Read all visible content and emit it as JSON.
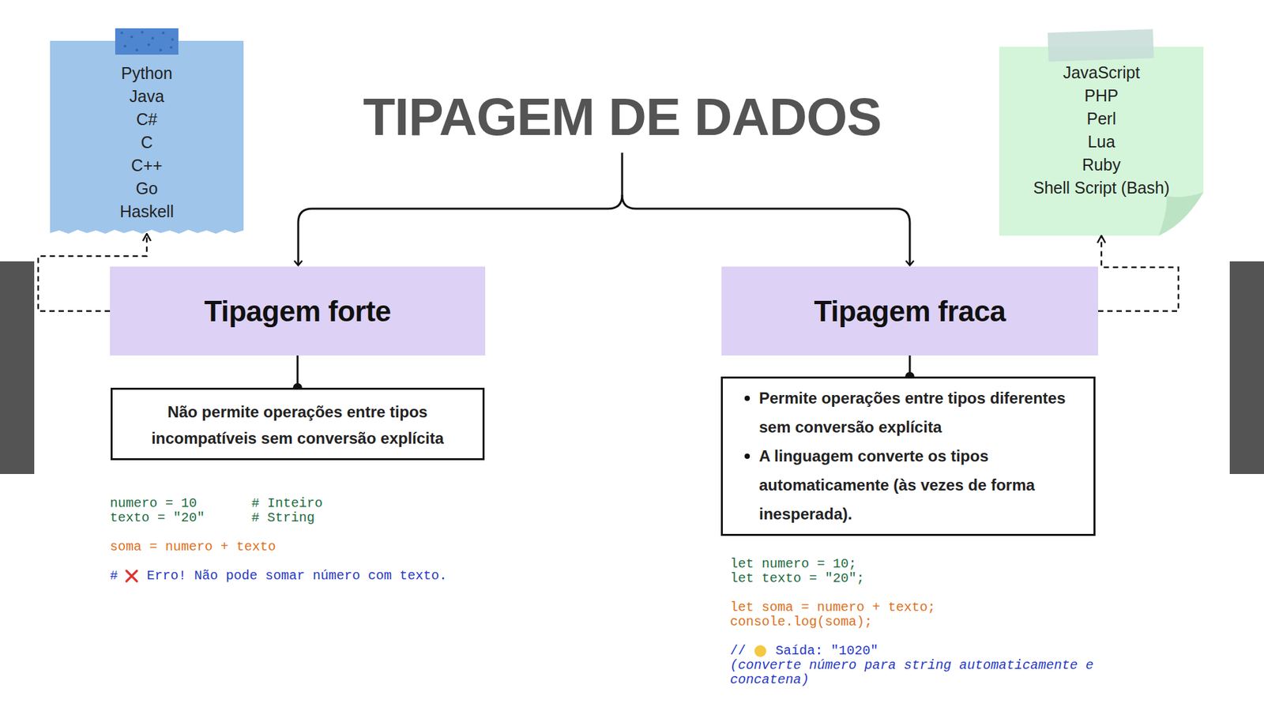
{
  "diagram": {
    "title": "TIPAGEM DE DADOS",
    "nodes": [
      {
        "text": [
          "Python",
          "Java",
          "C#",
          "C",
          "C++",
          "Go",
          "Haskell"
        ]
      },
      {
        "text": [
          "JavaScript",
          "PHP",
          "Perl",
          "Lua",
          "Ruby",
          "Shell Script (Bash)"
        ]
      },
      {
        "text": [
          "Tipagem forte"
        ]
      },
      {
        "text": [
          "Tipagem fraca"
        ]
      },
      {
        "text": [
          "Não permite operações entre tipos incompatíveis sem conversão explícita"
        ]
      },
      {
        "text": [
          "Permite operações entre tipos diferentes sem conversão explícita",
          "A linguagem converte os tipos automaticamente (às vezes de forma inesperada)."
        ]
      }
    ],
    "edges": [
      {
        "from": 2,
        "to": 0,
        "arrow": "to"
      },
      {
        "from": 3,
        "to": 1,
        "arrow": "to"
      },
      {
        "from": 2,
        "to": 4,
        "arrow": "none"
      },
      {
        "from": 3,
        "to": 5,
        "arrow": "none"
      }
    ],
    "labels": [
      "numero = 10",
      "# Inteiro",
      "texto = \"20\"",
      "# String",
      "soma = numero + texto",
      "#",
      "Erro! Não pode somar número com texto.",
      "let numero = 10;",
      "let texto = \"20\";",
      "let soma = numero + texto;",
      "console.log(soma);",
      "//",
      "Saída: \"1020\"",
      "(converte número para string automaticamente e concatena)"
    ]
  }
}
